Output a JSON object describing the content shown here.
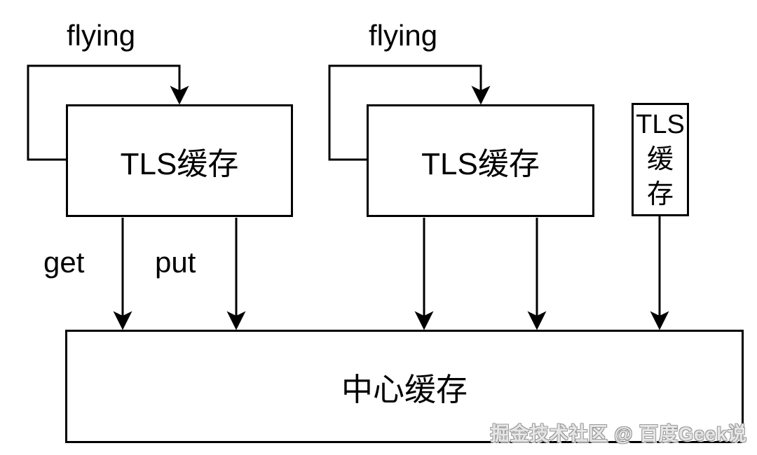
{
  "page": {
    "background_color": "#ffffff",
    "line_color": "#000000",
    "watermark_color": "#e6e6e6"
  },
  "labels": {
    "flying_left": "flying",
    "flying_right": "flying",
    "get": "get",
    "put": "put"
  },
  "boxes": {
    "tls_left": "TLS缓存",
    "tls_right": "TLS缓存",
    "tls_small_lines": [
      "TLS",
      "缓",
      "存"
    ],
    "central": "中心缓存"
  },
  "watermark": {
    "text": "掘金技术社区 @ 百度Geek说"
  },
  "arrows": {
    "loop_left_label": "flying",
    "loop_right_label": "flying",
    "get_arrow": "get",
    "put_arrow": "put",
    "unlabeled_arrows_count": 3
  }
}
